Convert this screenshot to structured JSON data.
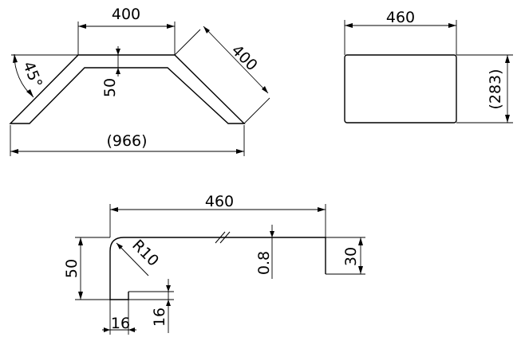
{
  "drawing": {
    "view_a": {
      "top_width": "400",
      "side_length": "400",
      "angle": "45°",
      "height": "50",
      "overall_width": "(966)"
    },
    "view_b": {
      "width": "460",
      "height": "(283)"
    },
    "view_c": {
      "length": "460",
      "radius": "R10",
      "thickness": "0.8",
      "flange_height": "30",
      "height": "50",
      "hem_width": "16",
      "hem_height": "16"
    }
  }
}
